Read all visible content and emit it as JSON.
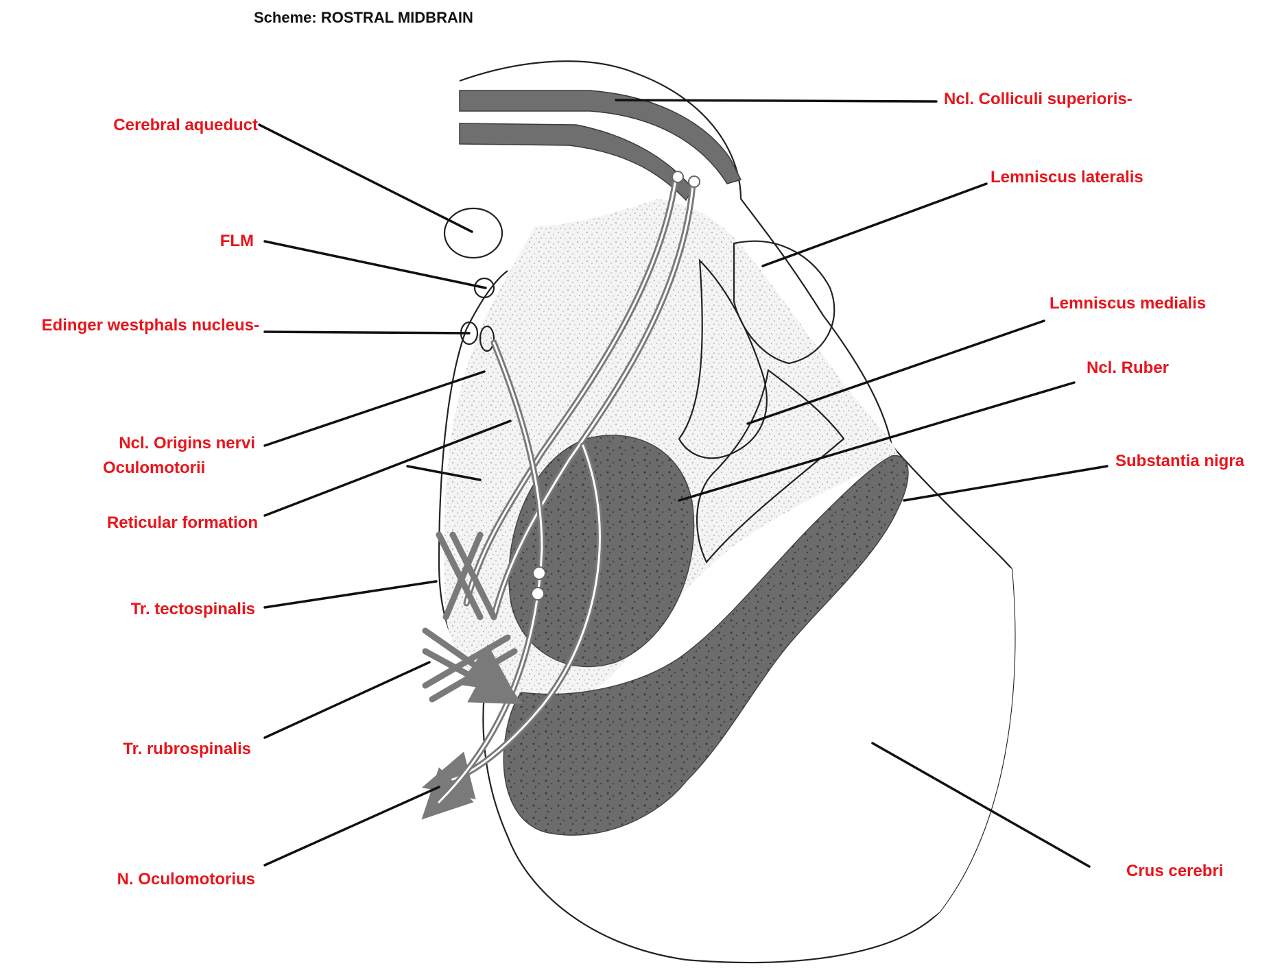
{
  "title": "Scheme: ROSTRAL MIDBRAIN",
  "colors": {
    "label": "#e8141b",
    "leader": "#111111",
    "title": "#111111"
  },
  "labels": {
    "ncl_colliculi_superioris": "Ncl. Colliculi superioris-",
    "cerebral_aqueduct": "Cerebral aqueduct",
    "lemniscus_lateralis": "Lemniscus lateralis",
    "flm": "FLM",
    "lemniscus_medialis": "Lemniscus medialis",
    "edinger_westphals_nucleus": "Edinger westphals nucleus-",
    "ncl_ruber": "Ncl. Ruber",
    "ncl_origins_nervi_line1": "Ncl. Origins nervi",
    "ncl_origins_nervi_line2": "Oculomotorii",
    "substantia_nigra": "Substantia nigra",
    "reticular_formation": "Reticular formation",
    "tr_tectospinalis": "Tr. tectospinalis",
    "tr_rubrospinalis": "Tr. rubrospinalis",
    "crus_cerebri": "Crus cerebri",
    "n_oculomotorius": "N. Oculomotorius"
  }
}
